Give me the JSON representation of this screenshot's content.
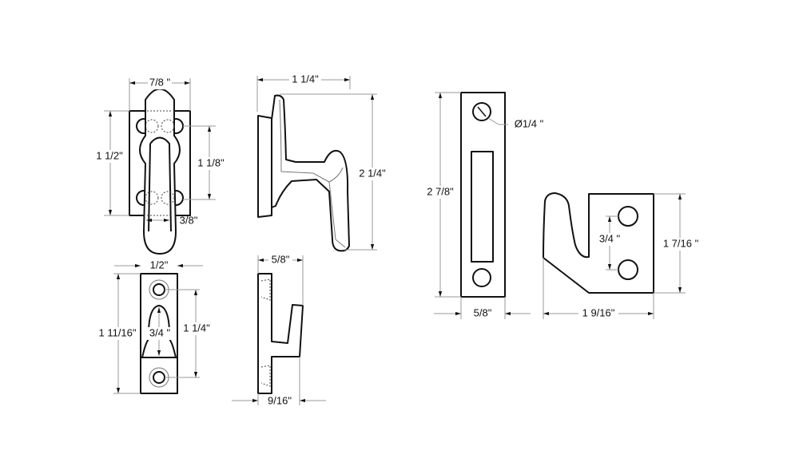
{
  "figures": {
    "latch_front": {
      "width": "7/8 \"",
      "height": "1 1/2\"",
      "hole_spacing": "1 1/8\"",
      "lever_width": "3/8\""
    },
    "latch_side": {
      "depth": "1 1/4\"",
      "height": "2 1/4\""
    },
    "keeper_front": {
      "width": "1/2\"",
      "height": "1 11/16\"",
      "hole_spacing": "1 1/4\"",
      "opening": "3/4 \""
    },
    "keeper_side": {
      "depth": "5/8\"",
      "base": "9/16\""
    },
    "strike_plate": {
      "height": "2 7/8\"",
      "width": "5/8\"",
      "hole_diameter": "Ø1/4 \""
    },
    "hook_plate": {
      "height": "1  7/16 \"",
      "width": "1  9/16\"",
      "hole_spacing": "3/4 \""
    }
  }
}
